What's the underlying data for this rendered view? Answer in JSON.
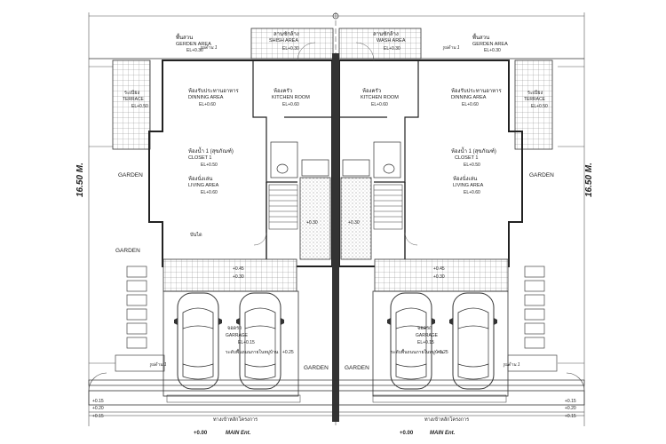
{
  "dimension": "16.50 M.",
  "labels": {
    "garden": "GARDEN",
    "garden_area_th": "พื้นสวน",
    "garden_area": "GERDEN AREA",
    "el_030": "EL+0.30",
    "wash_th": "ลานซักล้าง",
    "wash_area": "WASH AREA",
    "shish_area": "SHISH AREA",
    "kitchen_th": "ห้องครัว",
    "kitchen": "KITCHEN ROOM",
    "dining_th": "ห้องรับประทานอาหาร",
    "dining": "DINNING AREA",
    "terrace_th": "ระเบียง",
    "terrace": "TERRACE",
    "el_060": "EL+0.60",
    "el_050": "EL+0.50",
    "closet_th": "ห้องน้ำ 1 (สุขภัณฑ์)",
    "closet": "CLOSET 1",
    "living_th": "ห้องนั่งเล่น",
    "living": "LIVING AREA",
    "stair_th": "บันได",
    "garage_th": "จอดรถ",
    "garage": "GARRAGE",
    "el_015": "EL+0.15",
    "driveway_th": "ระดับพื้นถนนภายในหมู่บ้าน",
    "plus_045": "+0.45",
    "plus_030": "+0.30",
    "plus_025": "+0.25",
    "plus_015": "+0.15",
    "plus_020": "+0.20",
    "entrance_th": "ทางเข้าหลักโครงการ",
    "zero": "+0.00",
    "main_ent": "MAIN Ent.",
    "elev_1": "รูปด้าน 1"
  }
}
